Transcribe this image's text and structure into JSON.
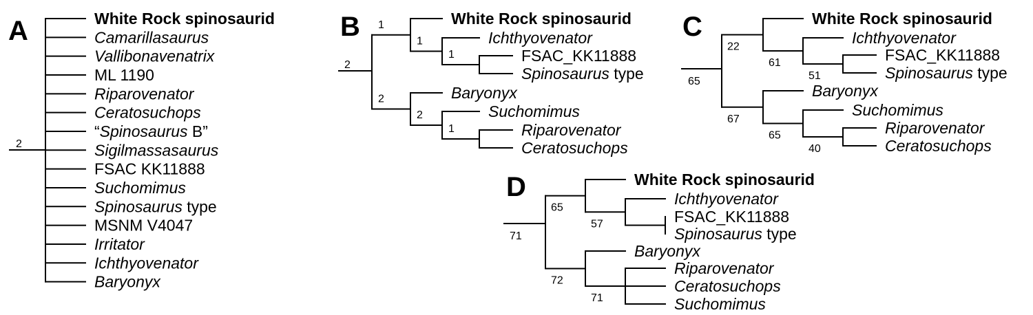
{
  "panels": [
    {
      "letter": "A",
      "root_value": "2",
      "tree": [
        [
          {
            "t": "White Rock spinosaurid",
            "s": "b"
          }
        ],
        [
          {
            "t": "Camarillasaurus",
            "s": "i"
          }
        ],
        [
          {
            "t": "Vallibonavenatrix",
            "s": "i"
          }
        ],
        [
          {
            "t": "ML 1190",
            "s": "n"
          }
        ],
        [
          {
            "t": "Riparovenator",
            "s": "i"
          }
        ],
        [
          {
            "t": "Ceratosuchops",
            "s": "i"
          }
        ],
        [
          {
            "t": "“",
            "s": "n"
          },
          {
            "t": "Spinosaurus",
            "s": "i"
          },
          {
            "t": " B”",
            "s": "n"
          }
        ],
        [
          {
            "t": "Sigilmassasaurus",
            "s": "i"
          }
        ],
        [
          {
            "t": "FSAC KK11888",
            "s": "n"
          }
        ],
        [
          {
            "t": "Suchomimus",
            "s": "i"
          }
        ],
        [
          {
            "t": "Spinosaurus",
            "s": "i"
          },
          {
            "t": " type",
            "s": "n"
          }
        ],
        [
          {
            "t": "MSNM V4047",
            "s": "n"
          }
        ],
        [
          {
            "t": "Irritator",
            "s": "i"
          }
        ],
        [
          {
            "t": "Ichthyovenator",
            "s": "i"
          }
        ],
        [
          {
            "t": "Baryonyx",
            "s": "i"
          }
        ]
      ]
    },
    {
      "letter": "B",
      "root_value": "2",
      "tree": {
        "v": "2",
        "c": [
          {
            "v": "1",
            "c": [
              [
                {
                  "t": "White Rock spinosaurid",
                  "s": "b"
                }
              ],
              {
                "v": "1",
                "c": [
                  [
                    {
                      "t": "Ichthyovenator",
                      "s": "i"
                    }
                  ],
                  {
                    "v": "1",
                    "c": [
                      [
                        {
                          "t": "FSAC_KK11888",
                          "s": "n"
                        }
                      ],
                      [
                        {
                          "t": "Spinosaurus",
                          "s": "i"
                        },
                        {
                          "t": " type",
                          "s": "n"
                        }
                      ]
                    ]
                  }
                ]
              }
            ]
          },
          {
            "v": "2",
            "c": [
              [
                {
                  "t": "Baryonyx",
                  "s": "i"
                }
              ],
              {
                "v": "2",
                "c": [
                  [
                    {
                      "t": "Suchomimus",
                      "s": "i"
                    }
                  ],
                  {
                    "v": "1",
                    "c": [
                      [
                        {
                          "t": "Riparovenator",
                          "s": "i"
                        }
                      ],
                      [
                        {
                          "t": "Ceratosuchops",
                          "s": "i"
                        }
                      ]
                    ]
                  }
                ]
              }
            ]
          }
        ]
      }
    },
    {
      "letter": "C",
      "root_value": "65",
      "tree": {
        "v": "65",
        "c": [
          {
            "v": "22",
            "c": [
              [
                {
                  "t": "White Rock spinosaurid",
                  "s": "b"
                }
              ],
              {
                "v": "61",
                "c": [
                  [
                    {
                      "t": "Ichthyovenator",
                      "s": "i"
                    }
                  ],
                  {
                    "v": "51",
                    "c": [
                      [
                        {
                          "t": "FSAC_KK11888",
                          "s": "n"
                        }
                      ],
                      [
                        {
                          "t": "Spinosaurus",
                          "s": "i"
                        },
                        {
                          "t": " type",
                          "s": "n"
                        }
                      ]
                    ]
                  }
                ]
              }
            ]
          },
          {
            "v": "67",
            "c": [
              [
                {
                  "t": "Baryonyx",
                  "s": "i"
                }
              ],
              {
                "v": "65",
                "c": [
                  [
                    {
                      "t": "Suchomimus",
                      "s": "i"
                    }
                  ],
                  {
                    "v": "40",
                    "c": [
                      [
                        {
                          "t": "Riparovenator",
                          "s": "i"
                        }
                      ],
                      [
                        {
                          "t": "Ceratosuchops",
                          "s": "i"
                        }
                      ]
                    ]
                  }
                ]
              }
            ]
          }
        ]
      }
    },
    {
      "letter": "D",
      "root_value": "71",
      "tree": {
        "v": "71",
        "c": [
          {
            "v": "65",
            "c": [
              [
                {
                  "t": "White Rock spinosaurid",
                  "s": "b"
                }
              ],
              {
                "v": "57",
                "c": [
                  [
                    {
                      "t": "Ichthyovenator",
                      "s": "i"
                    }
                  ],
                  {
                    "c": [
                      [
                        {
                          "t": "FSAC_KK11888",
                          "s": "n"
                        }
                      ],
                      [
                        {
                          "t": "Spinosaurus",
                          "s": "i"
                        },
                        {
                          "t": " type",
                          "s": "n"
                        }
                      ]
                    ]
                  }
                ]
              }
            ]
          },
          {
            "v": "72",
            "c": [
              [
                {
                  "t": "Baryonyx",
                  "s": "i"
                }
              ],
              {
                "v": "71",
                "c": [
                  [
                    {
                      "t": "Riparovenator",
                      "s": "i"
                    }
                  ],
                  [
                    {
                      "t": "Ceratosuchops",
                      "s": "i"
                    }
                  ],
                  [
                    {
                      "t": "Suchomimus",
                      "s": "i"
                    }
                  ]
                ]
              }
            ]
          }
        ]
      }
    }
  ]
}
